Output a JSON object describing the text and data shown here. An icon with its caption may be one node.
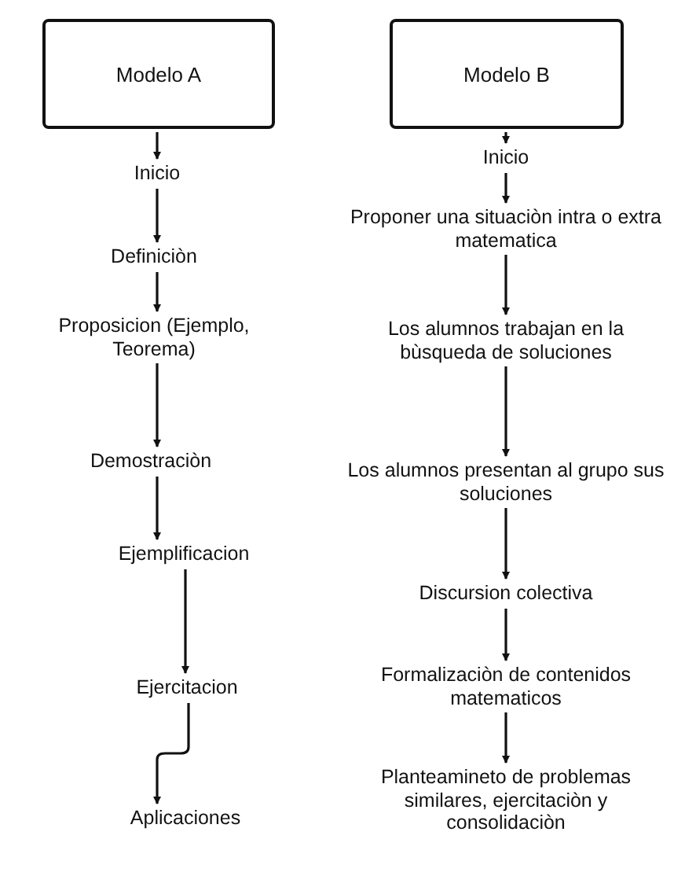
{
  "diagram": {
    "nodes": [
      {
        "text": [
          "Modelo A"
        ]
      },
      {
        "text": [
          "Inicio"
        ]
      },
      {
        "text": [
          "Definiciòn"
        ]
      },
      {
        "text": [
          "Proposicion (Ejemplo, Teorema)"
        ]
      },
      {
        "text": [
          "Demostraciòn"
        ]
      },
      {
        "text": [
          "Ejemplificacion"
        ]
      },
      {
        "text": [
          "Ejercitacion"
        ]
      },
      {
        "text": [
          "Aplicaciones"
        ]
      },
      {
        "text": [
          "Modelo B"
        ]
      },
      {
        "text": [
          "Inicio"
        ]
      },
      {
        "text": [
          "Proponer una situaciòn intra o extra matematica"
        ]
      },
      {
        "text": [
          "Los alumnos trabajan en la bùsqueda de soluciones"
        ]
      },
      {
        "text": [
          "Los alumnos presentan al grupo sus soluciones"
        ]
      },
      {
        "text": [
          "Discursion colectiva"
        ]
      },
      {
        "text": [
          "Formalizaciòn de contenidos matematicos"
        ]
      },
      {
        "text": [
          "Planteamineto de problemas similares, ejercitaciòn y consolidaciòn"
        ]
      }
    ],
    "edges": [
      {
        "from": 0,
        "to": 1,
        "arrow": "to"
      },
      {
        "from": 1,
        "to": 2,
        "arrow": "to"
      },
      {
        "from": 2,
        "to": 3,
        "arrow": "to"
      },
      {
        "from": 3,
        "to": 4,
        "arrow": "to"
      },
      {
        "from": 4,
        "to": 5,
        "arrow": "to"
      },
      {
        "from": 5,
        "to": 6,
        "arrow": "to"
      },
      {
        "from": 6,
        "to": 7,
        "arrow": "to"
      },
      {
        "from": 8,
        "to": 9,
        "arrow": "to"
      },
      {
        "from": 9,
        "to": 10,
        "arrow": "to"
      },
      {
        "from": 10,
        "to": 11,
        "arrow": "to"
      },
      {
        "from": 11,
        "to": 12,
        "arrow": "to"
      },
      {
        "from": 12,
        "to": 13,
        "arrow": "to"
      },
      {
        "from": 13,
        "to": 14,
        "arrow": "to"
      },
      {
        "from": 14,
        "to": 15,
        "arrow": "to"
      }
    ]
  }
}
